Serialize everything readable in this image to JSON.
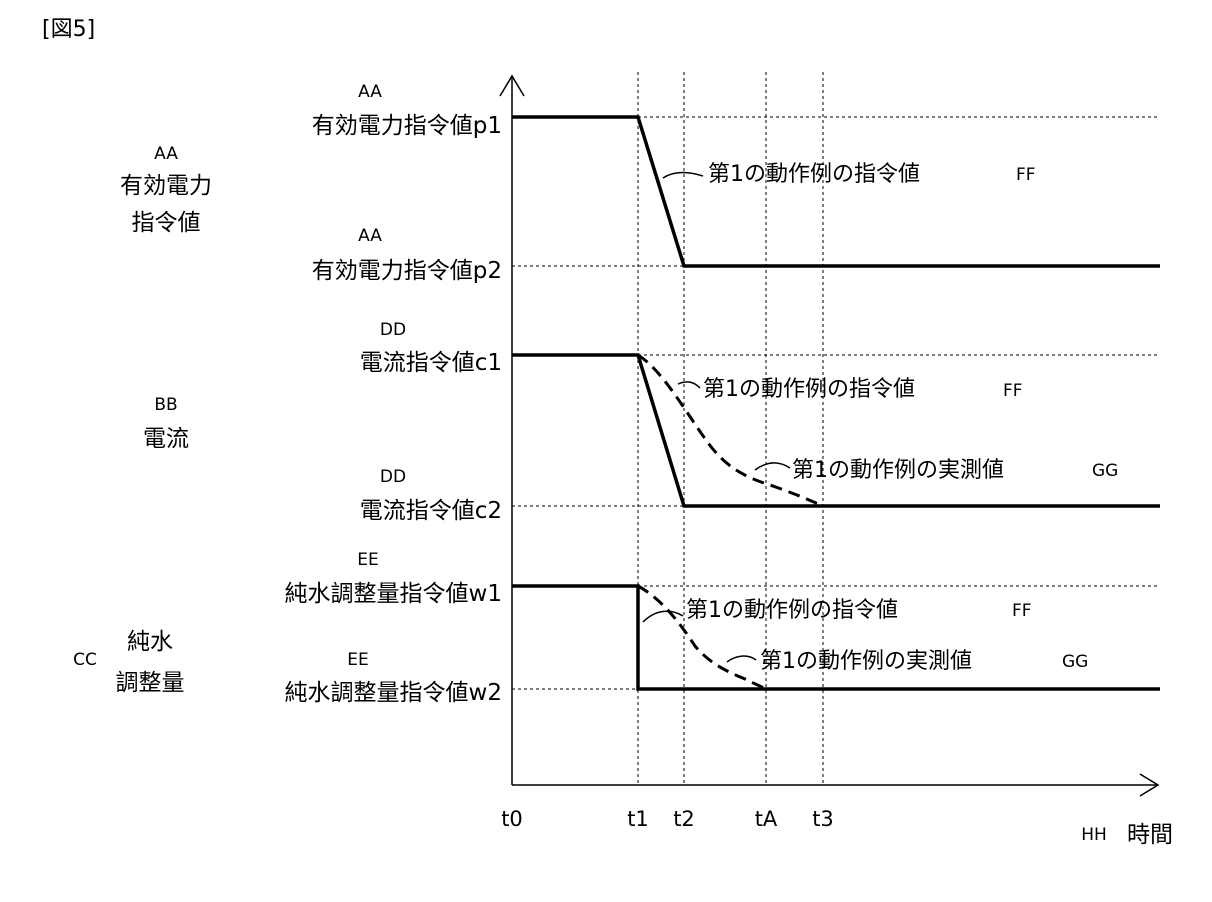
{
  "figure_label": "[図5]",
  "axes": {
    "x_label": "時間",
    "x_label_tag": "HH",
    "ticks": [
      "t0",
      "t1",
      "t2",
      "tA",
      "t3"
    ]
  },
  "panels": {
    "power": {
      "tag": "AA",
      "label_line1": "有効電力",
      "label_line2": "指令値",
      "p1": {
        "tag": "AA",
        "text": "有効電力指令値p1"
      },
      "p2": {
        "tag": "AA",
        "text": "有効電力指令値p2"
      },
      "command_annotation": {
        "text": "第1の動作例の指令値",
        "tag": "FF"
      }
    },
    "current": {
      "tag": "BB",
      "label": "電流",
      "c1": {
        "tag": "DD",
        "text": "電流指令値c1"
      },
      "c2": {
        "tag": "DD",
        "text": "電流指令値c2"
      },
      "command_annotation": {
        "text": "第1の動作例の指令値",
        "tag": "FF"
      },
      "measured_annotation": {
        "text": "第1の動作例の実測値",
        "tag": "GG"
      }
    },
    "water": {
      "tag": "CC",
      "label_line1": "純水",
      "label_line2": "調整量",
      "w1": {
        "tag": "EE",
        "text": "純水調整量指令値w1"
      },
      "w2": {
        "tag": "EE",
        "text": "純水調整量指令値w2"
      },
      "command_annotation": {
        "text": "第1の動作例の指令値",
        "tag": "FF"
      },
      "measured_annotation": {
        "text": "第1の動作例の実測値",
        "tag": "GG"
      }
    }
  },
  "colors": {
    "line": "#000000",
    "background": "#ffffff"
  }
}
